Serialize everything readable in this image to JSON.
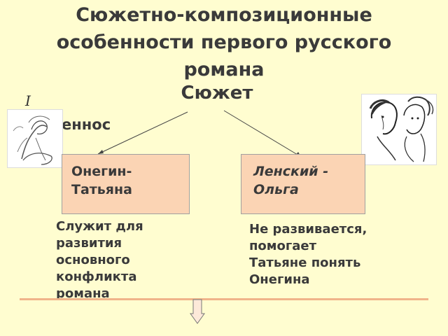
{
  "slide": {
    "title_lines": [
      "Сюжетно-композиционные",
      "особенности первого русского",
      "романа"
    ],
    "subtitle": "Сюжет",
    "roman_numeral": "I",
    "partial_text": "еннос"
  },
  "boxes": [
    {
      "lines": [
        "Онегин-",
        "Татьяна"
      ],
      "italic": false
    },
    {
      "lines": [
        "Ленский -",
        "Ольга"
      ],
      "italic": true
    }
  ],
  "captions": {
    "left": [
      "Служит для",
      "развития",
      "основного",
      "конфликта",
      "романа"
    ],
    "right": [
      "Не развивается,",
      "помогает",
      "Татьяне понять",
      "Онегина"
    ]
  },
  "colors": {
    "background": "#fffdd0",
    "box_fill": "#fbd4b4",
    "line_accent": "#f0b48a",
    "text": "#3a3a3a"
  }
}
